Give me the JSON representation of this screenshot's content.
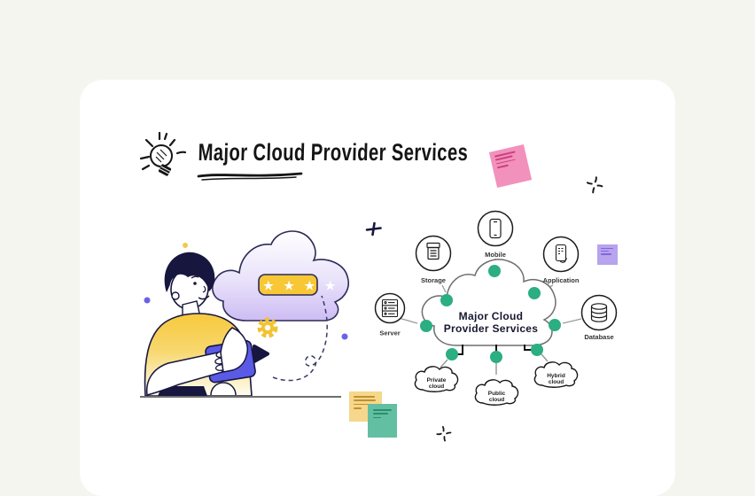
{
  "header": {
    "title": "Major Cloud Provider Services",
    "icon": "lightbulb-doodle-icon"
  },
  "password": {
    "stars": "★ ★ ★ ★"
  },
  "diagram": {
    "center": {
      "line1": "Major Cloud",
      "line2": "Provider Services"
    },
    "nodes": [
      {
        "id": "storage",
        "label": "Storage",
        "icon": "storage-box-icon"
      },
      {
        "id": "mobile",
        "label": "Mobile",
        "icon": "smartphone-icon"
      },
      {
        "id": "application",
        "label": "Application",
        "icon": "app-phone-icon"
      },
      {
        "id": "server",
        "label": "Server",
        "icon": "server-rack-icon"
      },
      {
        "id": "database",
        "label": "Database",
        "icon": "database-cylinder-icon"
      }
    ],
    "cloud_types": [
      {
        "id": "private-cloud",
        "line1": "Private",
        "line2": "cloud"
      },
      {
        "id": "public-cloud",
        "line1": "Public",
        "line2": "cloud"
      },
      {
        "id": "hybrid-cloud",
        "line1": "Hybrid",
        "line2": "cloud"
      }
    ],
    "connector_dot_color": "#2BAE81"
  },
  "decorations": {
    "sticky_notes": [
      {
        "id": "pink-note",
        "color": "#F291BB"
      },
      {
        "id": "purple-note",
        "color": "#B7A3EE"
      },
      {
        "id": "yellow-note",
        "color": "#F6D78B"
      },
      {
        "id": "green-note",
        "color": "#62BFA1"
      }
    ],
    "marks": [
      "anger-mark-top-right",
      "anger-mark-bottom",
      "plus-sparkle"
    ]
  },
  "colors": {
    "page_background": "#F4F5EF",
    "card_background": "#FFFFFF",
    "accent_green": "#2BAE81",
    "tablet_purple": "#5A5AE6",
    "cloud_purple": "#CDBCF4",
    "accent_yellow": "#F7C93C",
    "ink_navy": "#16163F"
  }
}
